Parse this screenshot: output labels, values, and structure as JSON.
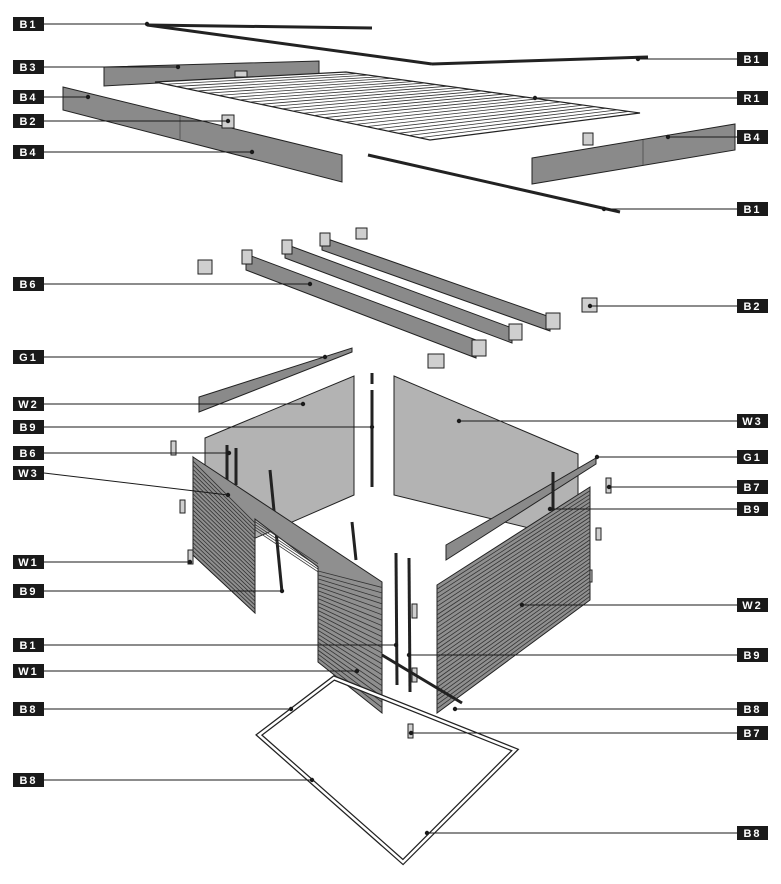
{
  "labels": [
    {
      "id": "lbl-b1-top-left",
      "text": "B1"
    },
    {
      "id": "lbl-b1-top-right",
      "text": "B1"
    },
    {
      "id": "lbl-b3",
      "text": "B3"
    },
    {
      "id": "lbl-b4-left-top",
      "text": "B4"
    },
    {
      "id": "lbl-r1",
      "text": "R1"
    },
    {
      "id": "lbl-b2-left",
      "text": "B2"
    },
    {
      "id": "lbl-b4-right",
      "text": "B4"
    },
    {
      "id": "lbl-b4-left-bottom",
      "text": "B4"
    },
    {
      "id": "lbl-b1-mid-right",
      "text": "B1"
    },
    {
      "id": "lbl-b6-top",
      "text": "B6"
    },
    {
      "id": "lbl-b2-right",
      "text": "B2"
    },
    {
      "id": "lbl-g1-left",
      "text": "G1"
    },
    {
      "id": "lbl-w2-left",
      "text": "W2"
    },
    {
      "id": "lbl-w3-right",
      "text": "W3"
    },
    {
      "id": "lbl-b9-left-top",
      "text": "B9"
    },
    {
      "id": "lbl-b6-left",
      "text": "B6"
    },
    {
      "id": "lbl-g1-right",
      "text": "G1"
    },
    {
      "id": "lbl-w3-left",
      "text": "W3"
    },
    {
      "id": "lbl-b7-right-top",
      "text": "B7"
    },
    {
      "id": "lbl-b9-right-top",
      "text": "B9"
    },
    {
      "id": "lbl-w1-left-top",
      "text": "W1"
    },
    {
      "id": "lbl-b9-left-bottom",
      "text": "B9"
    },
    {
      "id": "lbl-w2-right",
      "text": "W2"
    },
    {
      "id": "lbl-b1-bottom-left",
      "text": "B1"
    },
    {
      "id": "lbl-b9-right-bottom",
      "text": "B9"
    },
    {
      "id": "lbl-w1-left-bottom",
      "text": "W1"
    },
    {
      "id": "lbl-b8-left-top",
      "text": "B8"
    },
    {
      "id": "lbl-b8-right-top",
      "text": "B8"
    },
    {
      "id": "lbl-b7-right-bottom",
      "text": "B7"
    },
    {
      "id": "lbl-b8-left-bottom",
      "text": "B8"
    },
    {
      "id": "lbl-b8-right-bottom",
      "text": "B8"
    }
  ]
}
